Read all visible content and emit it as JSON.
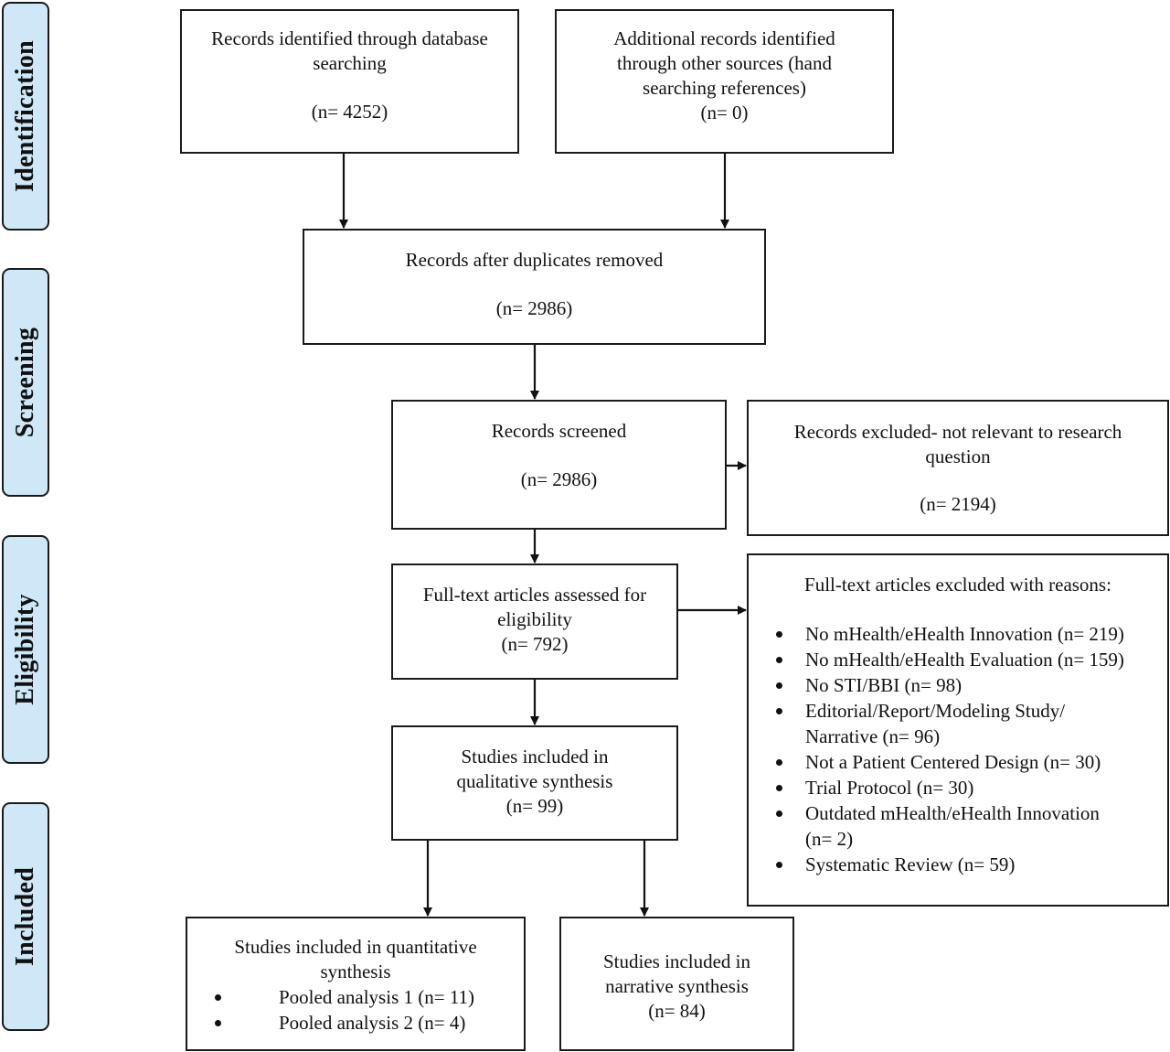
{
  "stages": {
    "identification": "Identification",
    "screening": "Screening",
    "eligibility": "Eligibility",
    "included": "Included"
  },
  "boxes": {
    "database": {
      "title": "Records identified through database searching",
      "count": "(n= 4252)"
    },
    "other_sources": {
      "title": "Additional records identified through other sources (hand searching references)",
      "count": "(n= 0)"
    },
    "duplicates_removed": {
      "title": "Records after duplicates removed",
      "count": "(n= 2986)"
    },
    "screened": {
      "title": "Records screened",
      "count": "(n= 2986)"
    },
    "excluded": {
      "title": "Records excluded- not relevant to research question",
      "count": "(n= 2194)"
    },
    "fulltext": {
      "title": "Full-text articles assessed for eligibility",
      "count": "(n= 792)"
    },
    "fulltext_excluded": {
      "title": "Full-text articles excluded with reasons:",
      "reasons": [
        "No mHealth/eHealth Innovation (n= 219)",
        "No mHealth/eHealth Evaluation (n= 159)",
        "No STI/BBI (n= 98)",
        "Editorial/Report/Modeling Study/ Narrative (n= 96)",
        "Not a Patient Centered Design (n= 30)",
        "Trial Protocol (n= 30)",
        "Outdated mHealth/eHealth Innovation (n= 2)",
        "Systematic Review (n= 59)"
      ]
    },
    "qualitative": {
      "title": "Studies included in qualitative synthesis",
      "count": "(n= 99)"
    },
    "quantitative": {
      "title": "Studies included in quantitative synthesis",
      "items": [
        "Pooled analysis 1 (n= 11)",
        "Pooled analysis 2 (n= 4)"
      ]
    },
    "narrative": {
      "title": "Studies included in narrative synthesis",
      "count": "(n= 84)"
    }
  }
}
